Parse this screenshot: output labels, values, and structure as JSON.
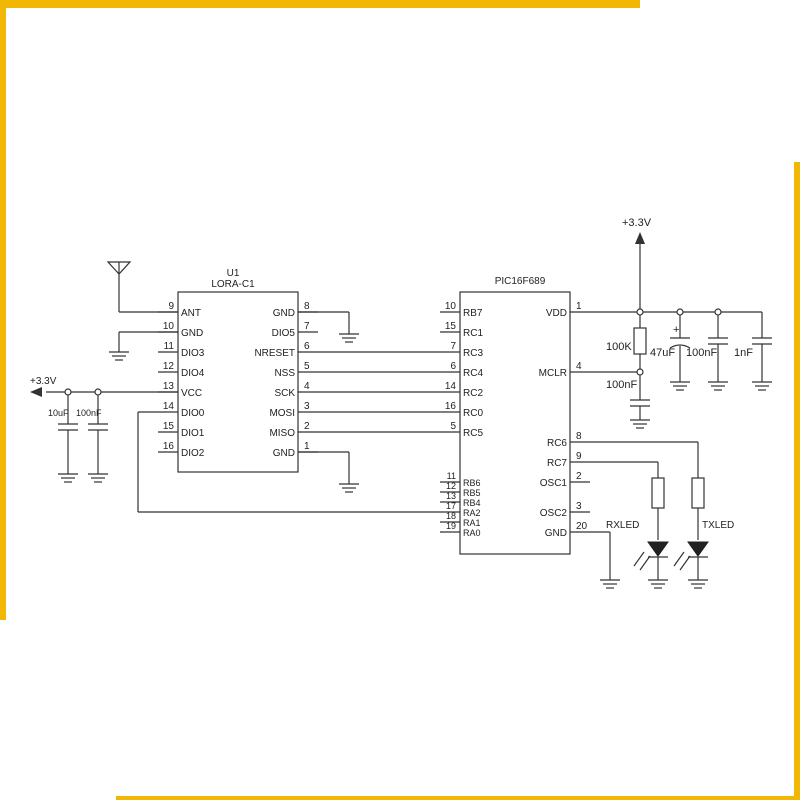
{
  "colors": {
    "frame": "#f2b705",
    "wire": "#333333"
  },
  "u1": {
    "designator": "U1",
    "part": "LORA-C1",
    "left_pins": [
      {
        "num": "9",
        "name": "ANT"
      },
      {
        "num": "10",
        "name": "GND"
      },
      {
        "num": "11",
        "name": "DIO3"
      },
      {
        "num": "12",
        "name": "DIO4"
      },
      {
        "num": "13",
        "name": "VCC"
      },
      {
        "num": "14",
        "name": "DIO0"
      },
      {
        "num": "15",
        "name": "DIO1"
      },
      {
        "num": "16",
        "name": "DIO2"
      }
    ],
    "right_pins": [
      {
        "num": "8",
        "name": "GND"
      },
      {
        "num": "7",
        "name": "DIO5"
      },
      {
        "num": "6",
        "name": "NRESET"
      },
      {
        "num": "5",
        "name": "NSS"
      },
      {
        "num": "4",
        "name": "SCK"
      },
      {
        "num": "3",
        "name": "MOSI"
      },
      {
        "num": "2",
        "name": "MISO"
      },
      {
        "num": "1",
        "name": "GND"
      }
    ]
  },
  "mcu": {
    "part": "PIC16F689",
    "left_pins": [
      {
        "num": "10",
        "name": "RB7"
      },
      {
        "num": "15",
        "name": "RC1"
      },
      {
        "num": "7",
        "name": "RC3"
      },
      {
        "num": "6",
        "name": "RC4"
      },
      {
        "num": "14",
        "name": "RC2"
      },
      {
        "num": "16",
        "name": "RC0"
      },
      {
        "num": "5",
        "name": "RC5"
      }
    ],
    "left_pins_lower": [
      {
        "num": "11",
        "name": "RB6"
      },
      {
        "num": "12",
        "name": "RB5"
      },
      {
        "num": "13",
        "name": "RB4"
      },
      {
        "num": "17",
        "name": "RA2"
      },
      {
        "num": "18",
        "name": "RA1"
      },
      {
        "num": "19",
        "name": "RA0"
      }
    ],
    "right_pins": [
      {
        "num": "1",
        "name": "VDD"
      },
      {
        "num": "4",
        "name": "MCLR"
      },
      {
        "num": "8",
        "name": "RC6"
      },
      {
        "num": "9",
        "name": "RC7"
      },
      {
        "num": "2",
        "name": "OSC1"
      },
      {
        "num": "3",
        "name": "OSC2"
      },
      {
        "num": "20",
        "name": "GND"
      }
    ]
  },
  "power": {
    "left_label": "+3.3V",
    "top_label": "+3.3V"
  },
  "left_caps": [
    "10uF",
    "100nF"
  ],
  "pull_up": {
    "resistor": "100K",
    "cap": "100nF"
  },
  "decoupling_caps": [
    "47uF",
    "100nF",
    "1nF"
  ],
  "leds": [
    "RXLED",
    "TXLED"
  ]
}
